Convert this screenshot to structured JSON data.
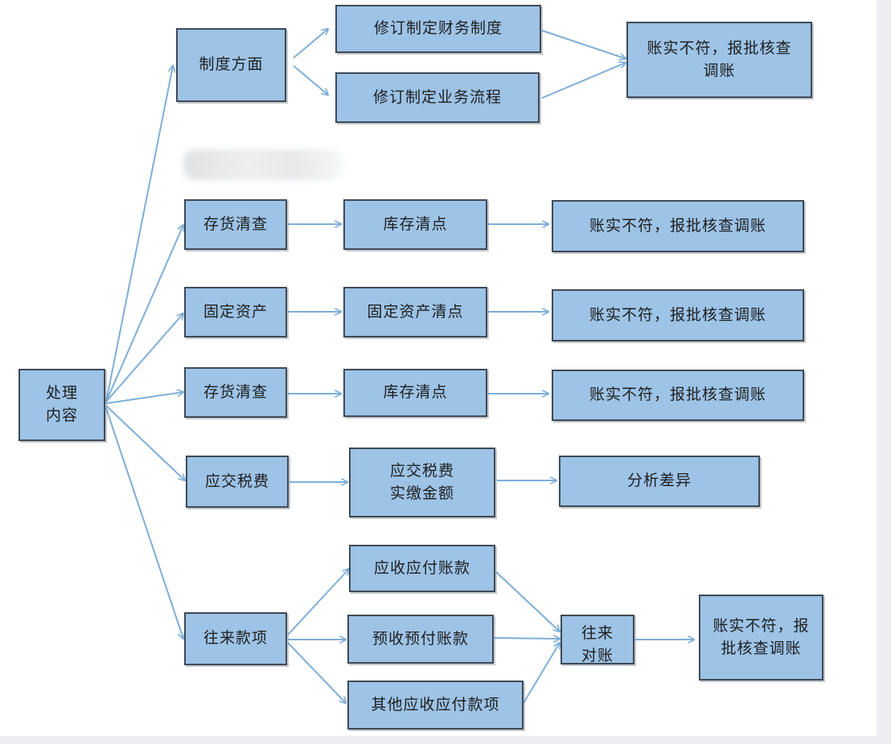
{
  "nodes": {
    "root": "处理\n内容",
    "system": "制度方面",
    "revise_finance": "修订制定财务制度",
    "revise_business": "修订制定业务流程",
    "system_result": "账实不符，报批核查\n调账",
    "inventory1": "存货清查",
    "stock_count1": "库存清点",
    "inventory1_result": "账实不符，报批核查调账",
    "fixed_assets": "固定资产",
    "fixed_count": "固定资产清点",
    "fixed_result": "账实不符，报批核查调账",
    "inventory2": "存货清查",
    "stock_count2": "库存清点",
    "inventory2_result": "账实不符，报批核查调账",
    "taxes": "应交税费",
    "taxes_amount": "应交税费\n实缴金额",
    "taxes_result": "分析差异",
    "receivables": "往来款项",
    "ar_ap": "应收应付账款",
    "prepaid": "预收预付账款",
    "other_ar_ap": "其他应收应付款项",
    "reconcile": "往来\n对账",
    "receivables_result": "账实不符，报\n批核查调账"
  },
  "colors": {
    "box_fill": "#9dc3e6",
    "box_border": "#3f4a57",
    "arrow": "#7eaed8"
  }
}
